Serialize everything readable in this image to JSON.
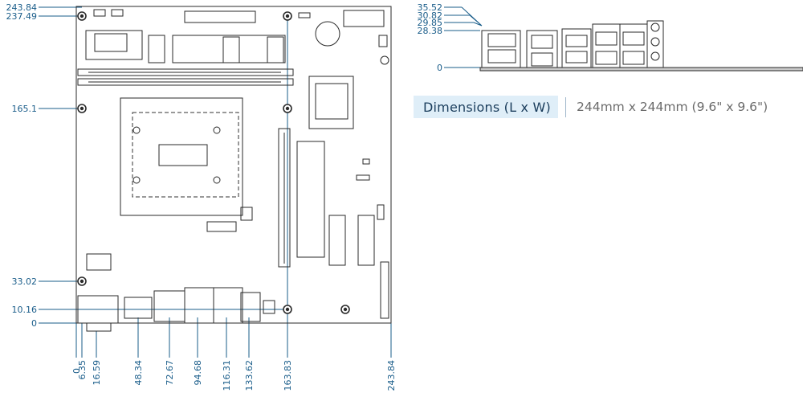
{
  "left_labels": [
    "243.84",
    "237.49",
    "165.1",
    "33.02",
    "10.16",
    "0"
  ],
  "bottom_labels": [
    "0",
    "6.35",
    "16.59",
    "48.34",
    "72.67",
    "94.68",
    "116.31",
    "133.62",
    "163.83",
    "243.84"
  ],
  "io_labels": [
    "35.52",
    "30.82",
    "29.85",
    "28.38",
    "0"
  ],
  "dimensions": {
    "label": "Dimensions  (L x W)",
    "value": "244mm x 244mm (9.6\" x 9.6\")"
  },
  "colors": {
    "dimension": "#1a5d8a",
    "ink": "#2a2a2a",
    "label_bg": "#dfeef8"
  }
}
